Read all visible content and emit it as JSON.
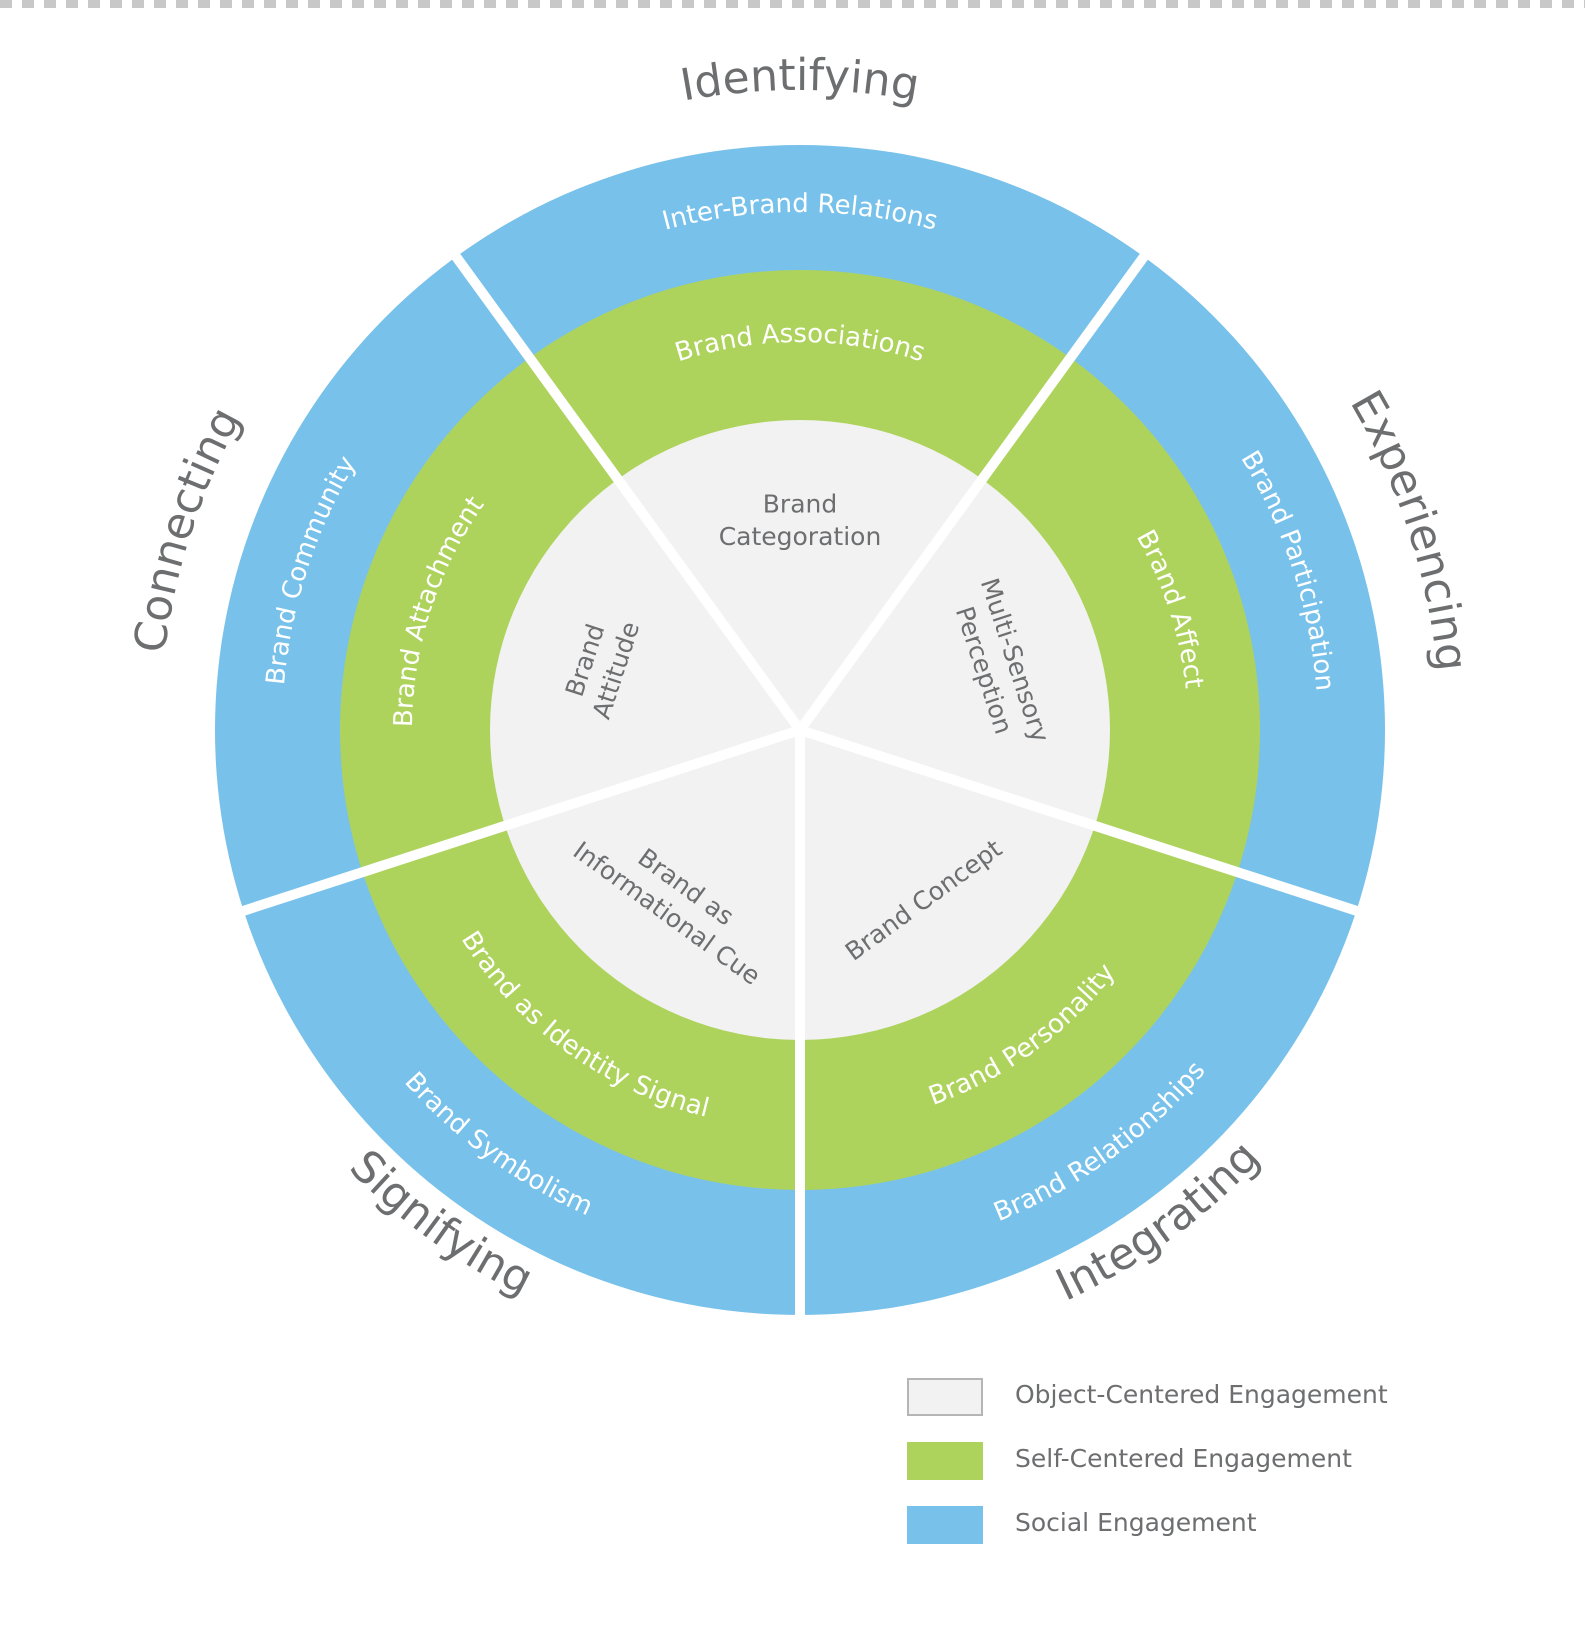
{
  "colors": {
    "object": "#f2f2f2",
    "self": "#aed35d",
    "social": "#78c1ea",
    "label_on_color": "#ffffff",
    "label_on_gray": "#6d6e70",
    "outer_label": "#6d6e70",
    "separator": "#ffffff"
  },
  "segments": [
    {
      "outer_label": "Identifying",
      "social": "Inter-Brand Relations",
      "self": "Brand Associations",
      "object": [
        "Brand",
        "Categoration"
      ]
    },
    {
      "outer_label": "Experiencing",
      "social": "Brand Participation",
      "self": "Brand Affect",
      "object": [
        "Multi-Sensory",
        "Perception"
      ]
    },
    {
      "outer_label": "Integrating",
      "social": "Brand Relationships",
      "self": "Brand Personality",
      "object": [
        "Brand Concept"
      ]
    },
    {
      "outer_label": "Signifying",
      "social": "Brand Symbolism",
      "self": "Brand as Identity Signal",
      "object": [
        "Brand as",
        "Informational Cue"
      ]
    },
    {
      "outer_label": "Connecting",
      "social": "Brand Community",
      "self": "Brand Attachment",
      "object": [
        "Brand",
        "Attitude"
      ]
    }
  ],
  "legend": [
    {
      "label": "Object-Centered Engagement",
      "level": "object"
    },
    {
      "label": "Self-Centered Engagement",
      "level": "self"
    },
    {
      "label": "Social Engagement",
      "level": "social"
    }
  ]
}
